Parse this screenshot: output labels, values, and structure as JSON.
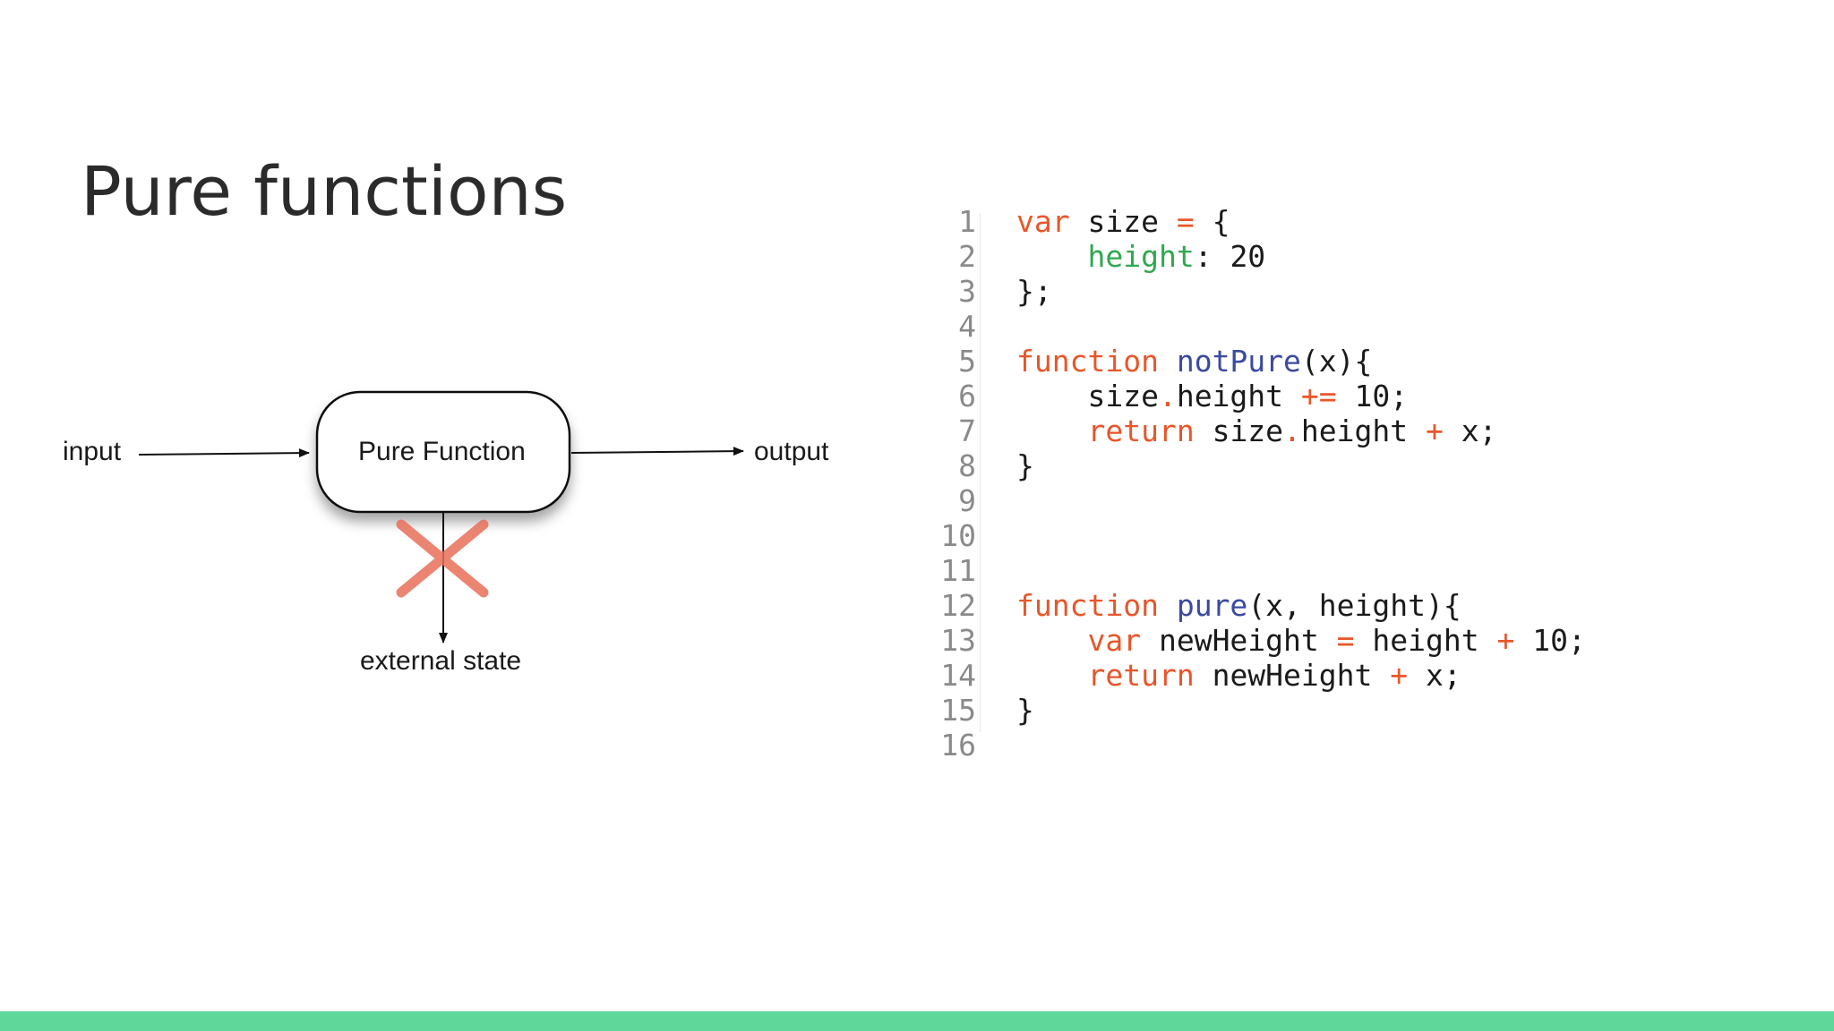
{
  "slide": {
    "title": "Pure functions"
  },
  "diagram": {
    "input_label": "input",
    "box_label": "Pure Function",
    "output_label": "output",
    "external_label": "external state"
  },
  "code": {
    "lines": [
      {
        "n": "1",
        "tokens": [
          {
            "t": "var",
            "k": "kw"
          },
          {
            "t": " size ",
            "k": "plain"
          },
          {
            "t": "=",
            "k": "op"
          },
          {
            "t": " {",
            "k": "plain"
          }
        ]
      },
      {
        "n": "2",
        "tokens": [
          {
            "t": "    ",
            "k": "plain"
          },
          {
            "t": "height",
            "k": "prop"
          },
          {
            "t": ": 20",
            "k": "plain"
          }
        ]
      },
      {
        "n": "3",
        "tokens": [
          {
            "t": "};",
            "k": "plain"
          }
        ]
      },
      {
        "n": "4",
        "tokens": []
      },
      {
        "n": "5",
        "tokens": [
          {
            "t": "function",
            "k": "kw"
          },
          {
            "t": " ",
            "k": "plain"
          },
          {
            "t": "notPure",
            "k": "fn"
          },
          {
            "t": "(x){",
            "k": "plain"
          }
        ]
      },
      {
        "n": "6",
        "tokens": [
          {
            "t": "    size",
            "k": "plain"
          },
          {
            "t": ".",
            "k": "op"
          },
          {
            "t": "height ",
            "k": "plain"
          },
          {
            "t": "+=",
            "k": "op"
          },
          {
            "t": " 10;",
            "k": "plain"
          }
        ]
      },
      {
        "n": "7",
        "tokens": [
          {
            "t": "    ",
            "k": "plain"
          },
          {
            "t": "return",
            "k": "kw"
          },
          {
            "t": " size",
            "k": "plain"
          },
          {
            "t": ".",
            "k": "op"
          },
          {
            "t": "height ",
            "k": "plain"
          },
          {
            "t": "+",
            "k": "op"
          },
          {
            "t": " x;",
            "k": "plain"
          }
        ]
      },
      {
        "n": "8",
        "tokens": [
          {
            "t": "}",
            "k": "plain"
          }
        ]
      },
      {
        "n": "9",
        "tokens": []
      },
      {
        "n": "10",
        "tokens": []
      },
      {
        "n": "11",
        "tokens": []
      },
      {
        "n": "12",
        "tokens": [
          {
            "t": "function",
            "k": "kw"
          },
          {
            "t": " ",
            "k": "plain"
          },
          {
            "t": "pure",
            "k": "fn"
          },
          {
            "t": "(x, height){",
            "k": "plain"
          }
        ]
      },
      {
        "n": "13",
        "tokens": [
          {
            "t": "    ",
            "k": "plain"
          },
          {
            "t": "var",
            "k": "kw"
          },
          {
            "t": " newHeight ",
            "k": "plain"
          },
          {
            "t": "=",
            "k": "op"
          },
          {
            "t": " height ",
            "k": "plain"
          },
          {
            "t": "+",
            "k": "op"
          },
          {
            "t": " 10;",
            "k": "plain"
          }
        ]
      },
      {
        "n": "14",
        "tokens": [
          {
            "t": "    ",
            "k": "plain"
          },
          {
            "t": "return",
            "k": "kw"
          },
          {
            "t": " newHeight ",
            "k": "plain"
          },
          {
            "t": "+",
            "k": "op"
          },
          {
            "t": " x;",
            "k": "plain"
          }
        ]
      },
      {
        "n": "15",
        "tokens": [
          {
            "t": "}",
            "k": "plain"
          }
        ]
      },
      {
        "n": "16",
        "tokens": []
      }
    ]
  },
  "colors": {
    "keyword": "#e8562a",
    "property": "#2fa84f",
    "function_name": "#3a4aa0",
    "footer_bar": "#5fd69a",
    "cross_mark": "#e8705a"
  }
}
